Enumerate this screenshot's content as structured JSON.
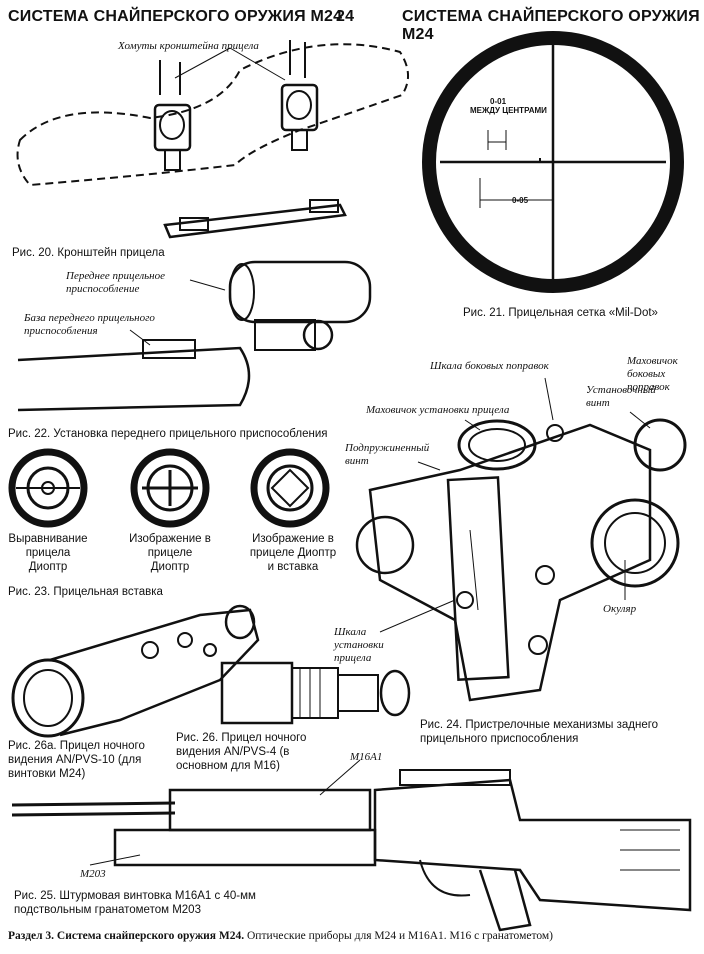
{
  "header": {
    "left_title": "СИСТЕМА СНАЙПЕРСКОГО ОРУЖИЯ М24",
    "page_number": "24",
    "right_title": "СИСТЕМА СНАЙПЕРСКОГО ОРУЖИЯ М24"
  },
  "fig20": {
    "callout": "Хомуты кронштейна прицела",
    "caption": "Рис. 20. Кронштейн прицела"
  },
  "fig21": {
    "label_mil": "0-01",
    "label_between": "МЕЖДУ ЦЕНТРАМИ",
    "label_05": "0-05",
    "caption": "Рис. 21. Прицельная сетка «Mil-Dot»"
  },
  "fig22": {
    "callout_front": "Переднее прицельное приспособление",
    "callout_base": "База переднего прицельного приспособления",
    "caption": "Рис. 22. Установка переднего прицельного приспособления"
  },
  "fig23": {
    "label_1": "Выравнивание прицела Диоптр",
    "label_2": "Изображение в прицеле Диоптр",
    "label_3": "Изображение в прицеле Диоптр и вставка",
    "caption": "Рис. 23. Прицельная вставка"
  },
  "fig24": {
    "callout_windage_scale": "Шкала боковых поправок",
    "callout_windage_knob": "Маховичок боковых поправок",
    "callout_set_screw": "Установочный винт",
    "callout_elev_knob": "Маховичок установки прицела",
    "callout_spring_screw": "Подпружиненный винт",
    "callout_eyepiece": "Окуляр",
    "callout_elev_scale": "Шкала установки прицела",
    "caption": "Рис. 24. Пристрелочные механизмы заднего прицельного приспособления"
  },
  "fig26a": {
    "caption": "Рис. 26а. Прицел ночного видения AN/PVS-10 (для винтовки М24)"
  },
  "fig26": {
    "caption": "Рис. 26. Прицел ночного видения AN/PVS-4 (в основном для М16)"
  },
  "fig25": {
    "label_m16": "M16A1",
    "label_m203": "M203",
    "caption": "Рис. 25. Штурмовая винтовка M16A1 с 40-мм подствольным гранатометом М203"
  },
  "footer": {
    "bold": "Раздел 3. Система снайперского оружия М24.",
    "rest": "Оптические приборы для М24 и M16A1. M16 с гранатометом)"
  }
}
